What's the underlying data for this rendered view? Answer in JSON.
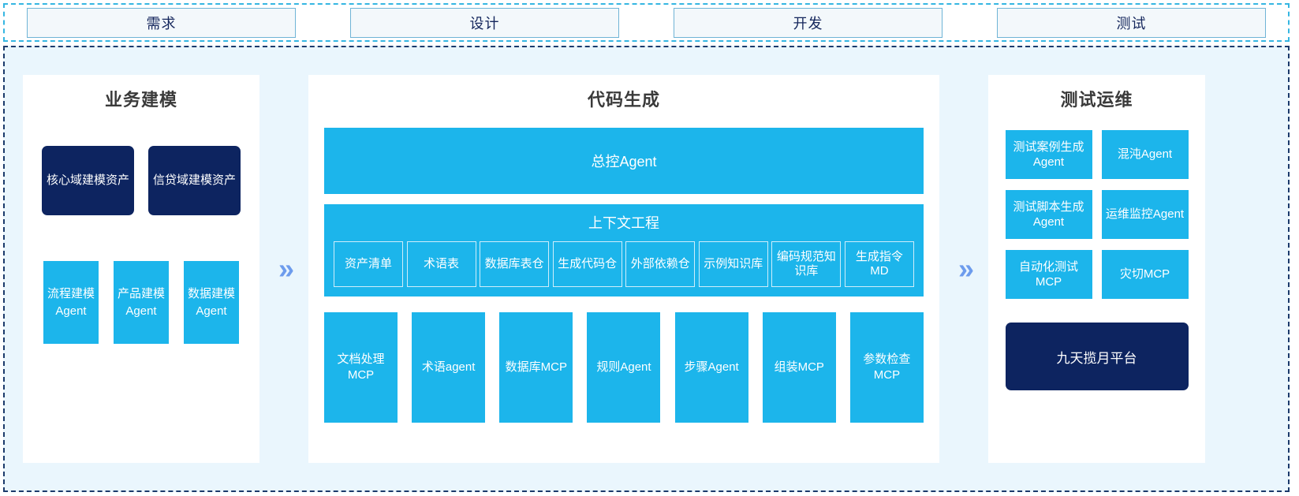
{
  "stages": {
    "items": [
      {
        "label": "需求"
      },
      {
        "label": "设计"
      },
      {
        "label": "开发"
      },
      {
        "label": "测试"
      }
    ]
  },
  "arrows": {
    "glyph": "»",
    "color": "#6d9ced",
    "left_label": "arrow-business-to-code",
    "right_label": "arrow-code-to-test"
  },
  "colors": {
    "cyan": "#1cb5eb",
    "navy": "#0d2460",
    "panel_bg": "#eaf6fd",
    "stage_border": "#6fb4d6",
    "stage_fill": "#f3f8fb",
    "outer_dash_top": "#35b6e2",
    "outer_dash_main": "#1b3a6b"
  },
  "left_panel": {
    "title": "业务建模",
    "assets": [
      {
        "label": "核心域建模资产"
      },
      {
        "label": "信贷域建模资产"
      }
    ],
    "agents": [
      {
        "label": "流程建模Agent"
      },
      {
        "label": "产品建模Agent"
      },
      {
        "label": "数据建模Agent"
      }
    ]
  },
  "center_panel": {
    "title": "代码生成",
    "master_agent": "总控Agent",
    "context": {
      "title": "上下文工程",
      "cells": [
        {
          "label": "资产清单"
        },
        {
          "label": "术语表"
        },
        {
          "label": "数据库表仓"
        },
        {
          "label": "生成代码仓"
        },
        {
          "label": "外部依赖仓"
        },
        {
          "label": "示例知识库"
        },
        {
          "label": "编码规范知识库"
        },
        {
          "label": "生成指令MD"
        }
      ]
    },
    "tools": [
      {
        "label": "文档处理MCP"
      },
      {
        "label": "术语agent"
      },
      {
        "label": "数据库MCP"
      },
      {
        "label": "规则Agent"
      },
      {
        "label": "步骤Agent"
      },
      {
        "label": "组装MCP"
      },
      {
        "label": "参数检查MCP"
      }
    ]
  },
  "right_panel": {
    "title": "测试运维",
    "cells": [
      {
        "label": "测试案例生成Agent"
      },
      {
        "label": "混沌Agent"
      },
      {
        "label": "测试脚本生成Agent"
      },
      {
        "label": "运维监控Agent"
      },
      {
        "label": "自动化测试MCP"
      },
      {
        "label": "灾切MCP"
      }
    ],
    "platform": "九天揽月平台"
  }
}
